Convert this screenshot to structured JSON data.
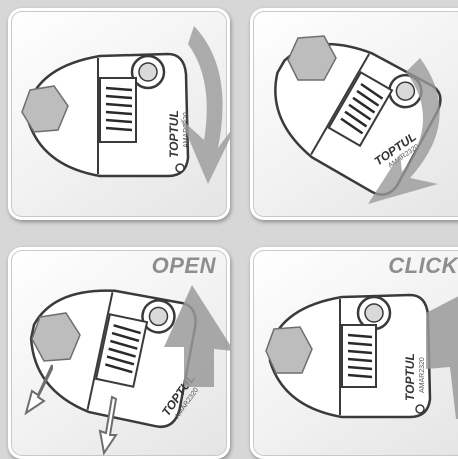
{
  "panels": [
    {
      "caption": "",
      "brand": "TOPTUL",
      "model": "AMAR2320"
    },
    {
      "caption": "",
      "brand": "TOPTUL",
      "model": "AMAR2320"
    },
    {
      "caption": "OPEN",
      "brand": "TOPTUL",
      "model": "AMAR2320"
    },
    {
      "caption": "CLICK",
      "brand": "TOPTUL",
      "model": "AMAR2320"
    }
  ],
  "colors": {
    "arrow": "#9a9a9a",
    "outline": "#3a3a3a",
    "nut": "#bdbdbd"
  },
  "icons": [
    "adjustable-wrench-icon",
    "hex-nut-icon",
    "rotate-arrow-icon",
    "release-arrow-icon"
  ]
}
